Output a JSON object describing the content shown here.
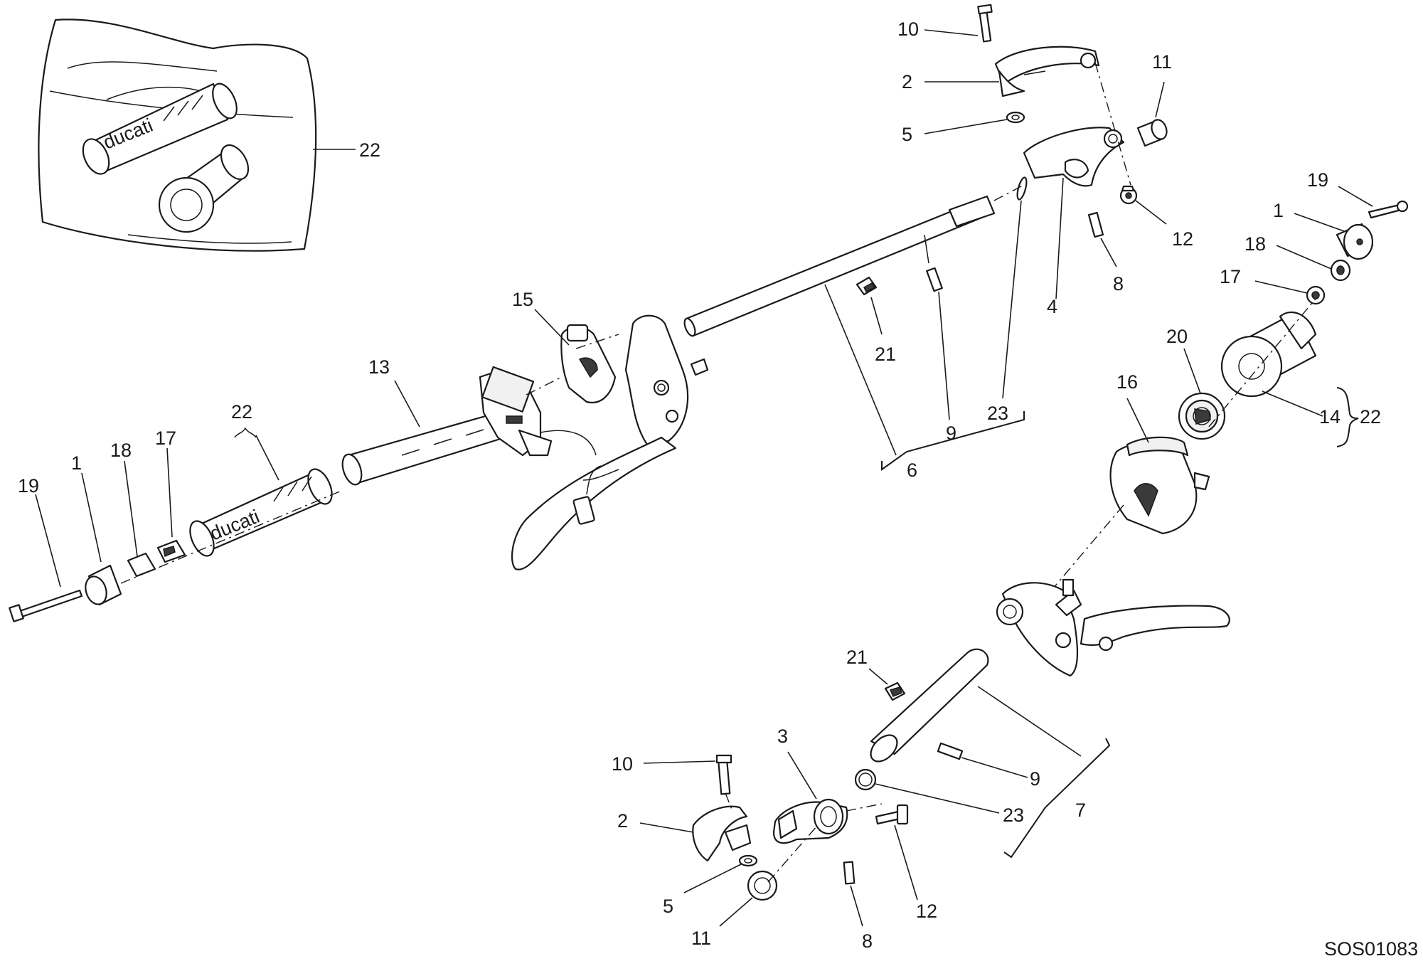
{
  "drawing_code": "SOS01083",
  "callouts": [
    {
      "id": "c10-top",
      "text": "10"
    },
    {
      "id": "c2-top",
      "text": "2"
    },
    {
      "id": "c5-top",
      "text": "5"
    },
    {
      "id": "c11-top",
      "text": "11"
    },
    {
      "id": "c12-top",
      "text": "12"
    },
    {
      "id": "c8-top",
      "text": "8"
    },
    {
      "id": "c4",
      "text": "4"
    },
    {
      "id": "c21-top",
      "text": "21"
    },
    {
      "id": "c9-top",
      "text": "9"
    },
    {
      "id": "c23-top",
      "text": "23"
    },
    {
      "id": "c6",
      "text": "6"
    },
    {
      "id": "c19-right",
      "text": "19"
    },
    {
      "id": "c1-right",
      "text": "1"
    },
    {
      "id": "c18-right",
      "text": "18"
    },
    {
      "id": "c17-right",
      "text": "17"
    },
    {
      "id": "c20",
      "text": "20"
    },
    {
      "id": "c14",
      "text": "14"
    },
    {
      "id": "c22-right",
      "text": "22"
    },
    {
      "id": "c16",
      "text": "16"
    },
    {
      "id": "c22-inset",
      "text": "22"
    },
    {
      "id": "c15",
      "text": "15"
    },
    {
      "id": "c13",
      "text": "13"
    },
    {
      "id": "c22-left",
      "text": "22"
    },
    {
      "id": "c19-left",
      "text": "19"
    },
    {
      "id": "c1-left",
      "text": "1"
    },
    {
      "id": "c18-left",
      "text": "18"
    },
    {
      "id": "c17-left",
      "text": "17"
    },
    {
      "id": "c21-bottom",
      "text": "21"
    },
    {
      "id": "c3",
      "text": "3"
    },
    {
      "id": "c10-bottom",
      "text": "10"
    },
    {
      "id": "c2-bottom",
      "text": "2"
    },
    {
      "id": "c5-bottom",
      "text": "5"
    },
    {
      "id": "c11-bottom",
      "text": "11"
    },
    {
      "id": "c8-bottom",
      "text": "8"
    },
    {
      "id": "c12-bottom",
      "text": "12"
    },
    {
      "id": "c9-bottom",
      "text": "9"
    },
    {
      "id": "c23-bottom",
      "text": "23"
    },
    {
      "id": "c7",
      "text": "7"
    }
  ],
  "grip_logo_text": "ducati",
  "colors": {
    "line": "#1a1a1a",
    "fill": "#ffffff",
    "shade": "#3a3a3a"
  }
}
